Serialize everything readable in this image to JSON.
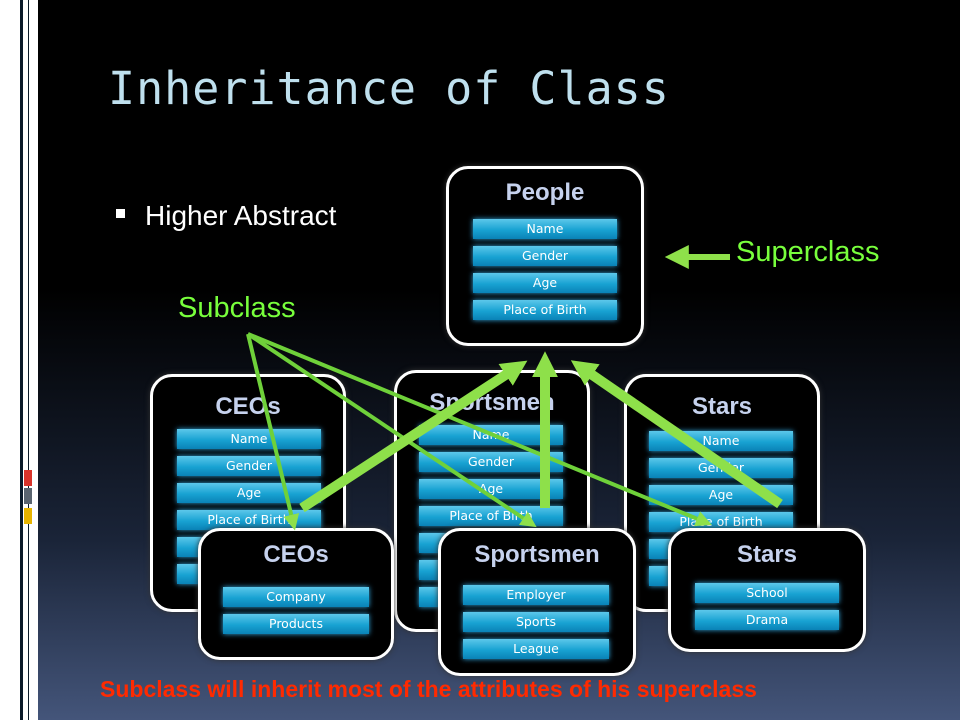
{
  "title": "Inheritance of Class",
  "bullet": "Higher Abstract",
  "labels": {
    "superclass": "Superclass",
    "subclass": "Subclass"
  },
  "footer": "Subclass will inherit most of the attributes of his superclass",
  "people": {
    "title": "People",
    "attrs": [
      "Name",
      "Gender",
      "Age",
      "Place of Birth"
    ]
  },
  "back_ceos": {
    "title": "CEOs",
    "attrs": [
      "Name",
      "Gender",
      "Age",
      "Place of Birth"
    ]
  },
  "back_sportsmen": {
    "title": "Sportsmen",
    "attrs": [
      "Name",
      "Gender",
      "Age",
      "Place of Birth"
    ]
  },
  "back_stars": {
    "title": "Stars",
    "attrs": [
      "Name",
      "Gender",
      "Age",
      "Place of Birth"
    ]
  },
  "ceos": {
    "title": "CEOs",
    "attrs": [
      "Company",
      "Products"
    ]
  },
  "sportsmen": {
    "title": "Sportsmen",
    "attrs": [
      "Employer",
      "Sports",
      "League"
    ]
  },
  "stars": {
    "title": "Stars",
    "attrs": [
      "School",
      "Drama"
    ]
  },
  "colors": {
    "accent_green": "#78ff3c",
    "attr_blue": "#18a2d2",
    "footer_red": "#ff2a00",
    "title_blue": "#bfe0ee"
  }
}
